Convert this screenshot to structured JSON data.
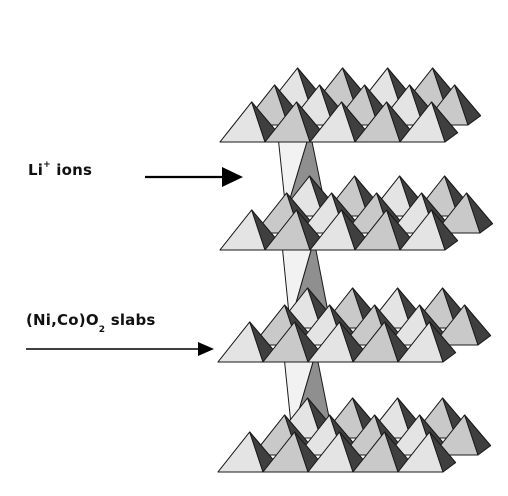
{
  "labels": {
    "li_ions": {
      "element": "Li",
      "charge": "+",
      "word": "ions"
    },
    "slabs": {
      "prefix": "(Ni,Co)O",
      "subscript": "2",
      "suffix": "slabs"
    }
  },
  "structure": {
    "slab_layers": 4,
    "octahedra_per_row": 5,
    "rows_per_slab": 3,
    "pillars": 3
  },
  "colors": {
    "face_top": "#c9c9c9",
    "face_left": "#777777",
    "face_right": "#3f3f3f",
    "face_front_light": "#e4e4e4",
    "pillar_left": "#f2f2f2",
    "pillar_right": "#8f8f8f",
    "edge": "#1a1a1a",
    "arrow": "#000000"
  }
}
